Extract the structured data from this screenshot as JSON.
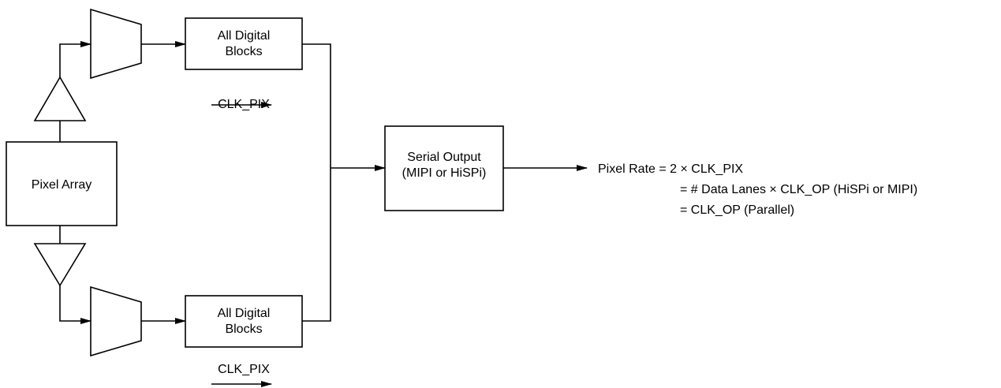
{
  "blocks": {
    "pixel_array": "Pixel Array",
    "digital_top": [
      "All Digital",
      "Blocks"
    ],
    "digital_bottom": [
      "All Digital",
      "Blocks"
    ],
    "serial_output": [
      "Serial Output",
      "(MIPI or HiSPi)"
    ]
  },
  "clock_labels": {
    "top": "CLK_PIX",
    "bottom": "CLK_PIX"
  },
  "pixel_rate": {
    "line1": "Pixel Rate = 2 × CLK_PIX",
    "line2": "= # Data Lanes × CLK_OP (HiSPi or MIPI)",
    "line3": "= CLK_OP (Parallel)"
  },
  "colors": {
    "stroke": "#000000",
    "background": "#ffffff"
  }
}
